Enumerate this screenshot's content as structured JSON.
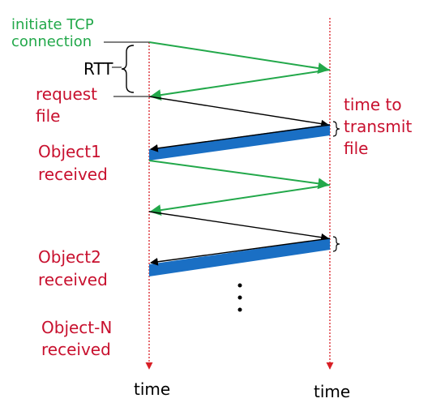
{
  "labels": {
    "initiate_line1": "initiate TCP",
    "initiate_line2": "connection",
    "rtt": "RTT",
    "request_line1": "request",
    "request_line2": "file",
    "ttf_line1": "time to",
    "ttf_line2": "transmit",
    "ttf_line3": "file",
    "obj1_line1": "Object1",
    "obj1_line2": "received",
    "obj2_line1": "Object2",
    "obj2_line2": "received",
    "objN_line1": "Object-N",
    "objN_line2": "received",
    "time_left": "time",
    "time_right": "time"
  },
  "colors": {
    "handshake": "#22a84a",
    "request": "#000000",
    "transfer": "#1a6fc4",
    "timeline": "#d81f26",
    "annotation": "#c8102e"
  }
}
